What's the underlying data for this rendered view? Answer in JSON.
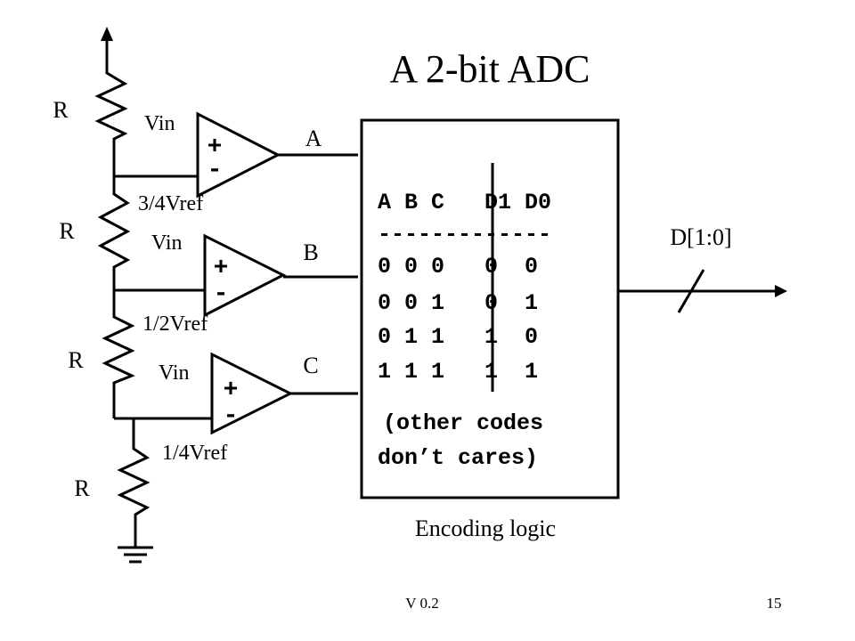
{
  "title": "A 2-bit ADC",
  "resistor_label": "R",
  "comparators": [
    {
      "input": "Vin",
      "plus": "+",
      "minus": "-",
      "ref": "3/4Vref",
      "output": "A"
    },
    {
      "input": "Vin",
      "plus": "+",
      "minus": "-",
      "ref": "1/2Vref",
      "output": "B"
    },
    {
      "input": "Vin",
      "plus": "+",
      "minus": "-",
      "ref": "1/4Vref",
      "output": "C"
    }
  ],
  "encoder": {
    "header": "A B C   D1 D0",
    "rule": "-------------",
    "rows": [
      "0 0 0   0  0",
      "0 0 1   0  1",
      "0 1 1   1  0",
      "1 1 1   1  1"
    ],
    "note_lines": [
      "(other codes",
      "don’t cares)"
    ],
    "caption": "Encoding logic"
  },
  "output_bus": "D[1:0]",
  "footer": {
    "version": "V 0.2",
    "page": "15"
  }
}
